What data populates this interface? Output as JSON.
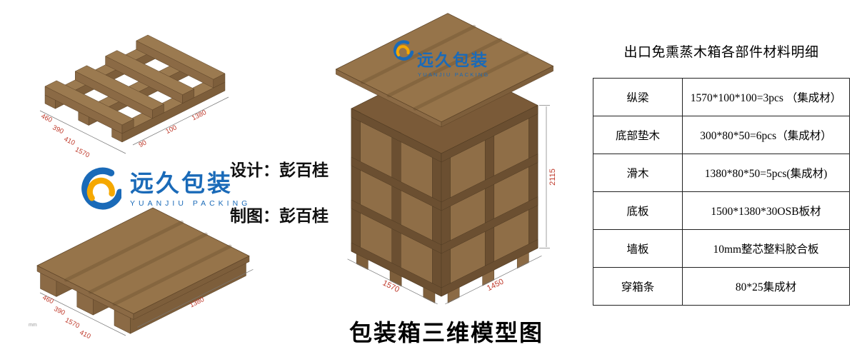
{
  "title": "包装箱三维模型图",
  "credits": {
    "design": "设计：彭百桂",
    "drafting": "制图：彭百桂"
  },
  "logo": {
    "name_cn": "远久包装",
    "name_en": "YUANJIU PACKING"
  },
  "table": {
    "title": "出口免熏蒸木箱各部件材料明细",
    "rows": [
      {
        "part": "纵梁",
        "spec": "1570*100*100=3pcs （集成材）"
      },
      {
        "part": "底部垫木",
        "spec": "300*80*50=6pcs（集成材）"
      },
      {
        "part": "滑木",
        "spec": "1380*80*50=5pcs(集成材)"
      },
      {
        "part": "底板",
        "spec": "1500*1380*30OSB板材"
      },
      {
        "part": "墙板",
        "spec": "10mm整芯整料胶合板"
      },
      {
        "part": "穿箱条",
        "spec": "80*25集成材"
      }
    ]
  },
  "drawings": {
    "pallet_frame": {
      "dims": {
        "a": "460",
        "b": "390",
        "c": "410",
        "d": "1570",
        "e": "90",
        "f": "100",
        "g": "1380"
      }
    },
    "pallet_deck": {
      "dims": {
        "a": "460",
        "b": "390",
        "c": "1570",
        "d": "410",
        "e": "1380"
      }
    },
    "crate": {
      "dims": {
        "height": "2115",
        "bottom_left": "1570",
        "bottom_right": "1450"
      }
    }
  },
  "note": "mm",
  "colors": {
    "logo-blue": "#1a6ab8",
    "logo-yellow": "#f5a800",
    "wood-top": "#9b7a50",
    "wood-front": "#7d5e3b",
    "wood-side": "#8b6a45",
    "panel": "#8f6e47",
    "batten": "#6b4f31",
    "box-top": "#7a5a38",
    "lid-top": "#96744a",
    "dim": "#bf3a2b"
  }
}
